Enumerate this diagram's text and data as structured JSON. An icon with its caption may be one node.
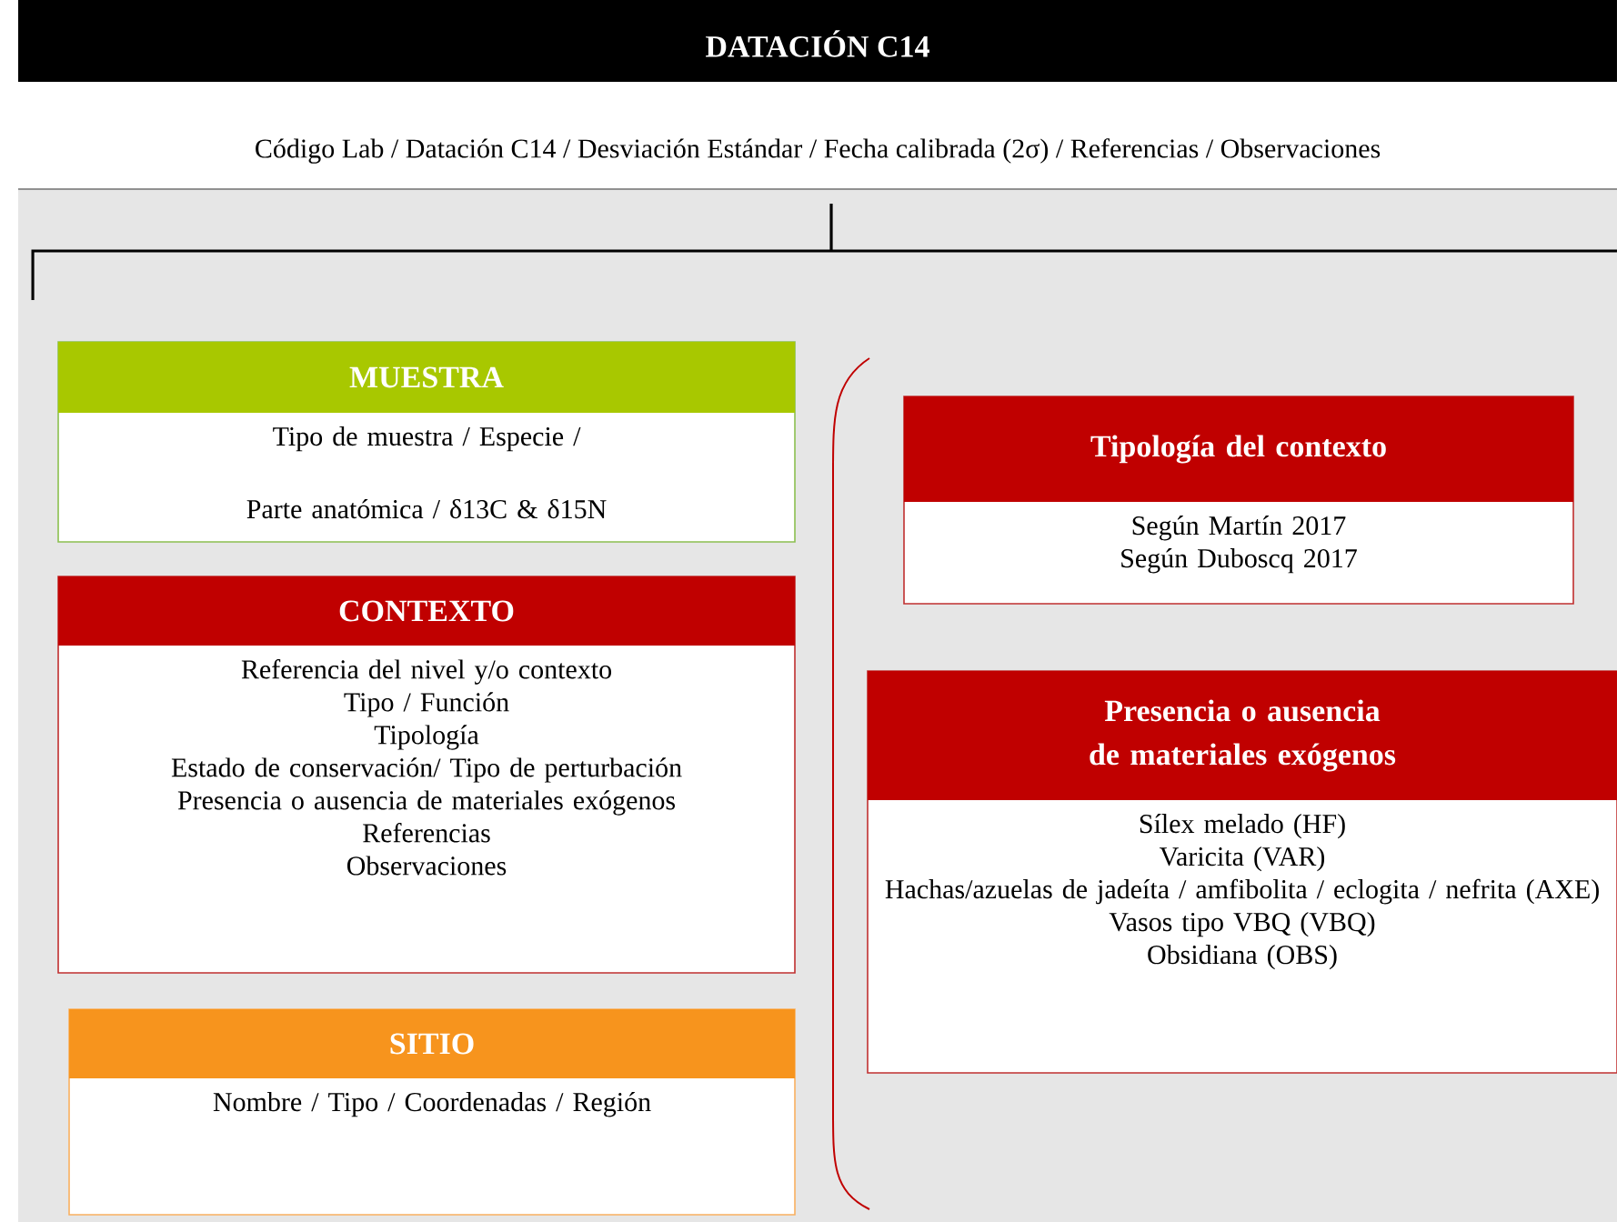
{
  "diagram": {
    "title": "DATACIÓN C14",
    "nodes": [
      {
        "text": [
          "MUESTRA",
          "Tipo de muestra / Especie / Parte anatómica / δ13C & δ15N"
        ]
      },
      {
        "text": [
          "CONTEXTO",
          "Referencia del nivel y/o contexto",
          "Tipo / Función",
          "Tipología",
          "Estado de conservación/ Tipo de perturbación",
          "Presencia o ausencia de materiales exógenos",
          "Referencias",
          "Observaciones"
        ]
      },
      {
        "text": [
          "SITIO",
          "Nombre / Tipo / Coordenadas / Región"
        ]
      },
      {
        "text": [
          "Tipología del contexto",
          "Según Martín 2017",
          "Según Duboscq 2017"
        ]
      },
      {
        "text": [
          "Presencia o ausencia de materiales exógenos",
          "Sílex melado (HF)",
          "Varicita (VAR)",
          "Hachas/azuelas de jadeíta / amfibolita / eclogita / nefrita (AXE)",
          "Vasos tipo VBQ (VBQ)",
          "Obsidiana (OBS)"
        ]
      }
    ],
    "labels": [
      "Código Lab / Datación C14 / Desviación Estándar / Fecha calibrada (2σ) / Referencias / Observaciones"
    ]
  }
}
